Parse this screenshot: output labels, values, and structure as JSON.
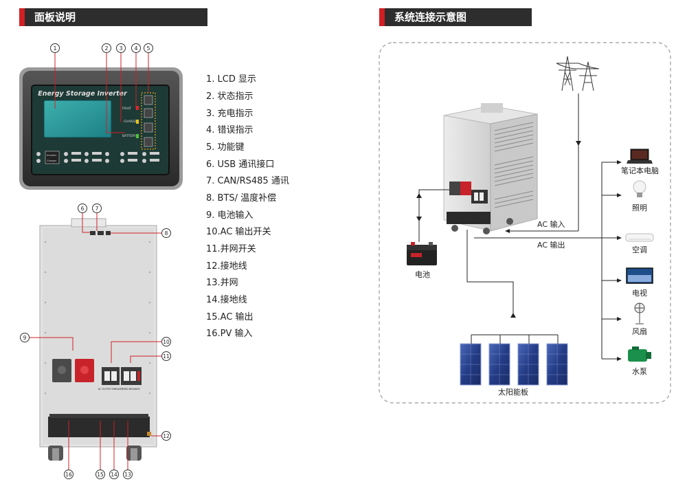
{
  "left_section": {
    "title": "面板说明"
  },
  "right_section": {
    "title": "系统连接示意图"
  },
  "panel": {
    "brand": "Energy Storage Inverter",
    "fault": "FAULT",
    "charge": "CHARGE",
    "battery": "BATTERY",
    "inverter_btn": "Inverter",
    "charger_btn": "Charger"
  },
  "rear": {
    "ac_output_breaker": "AC OUTPUT BREAKER",
    "grid_breaker": "GRID BREAKER"
  },
  "callouts": {
    "c1": "1",
    "c2": "2",
    "c3": "3",
    "c4": "4",
    "c5": "5",
    "c6": "6",
    "c7": "7",
    "c8": "8",
    "c9": "9",
    "c10": "10",
    "c11": "11",
    "c12": "12",
    "c13": "13",
    "c14": "14",
    "c15": "15",
    "c16": "16"
  },
  "legend": [
    "1.  LCD 显示",
    "2.  状态指示",
    "3.  充电指示",
    "4.  错误指示",
    "5.  功能键",
    "6.  USB 通讯接口",
    "7.  CAN/RS485 通讯",
    "8.  BTS/ 温度补偿",
    "9.  电池输入",
    "10.AC 输出开关",
    "11.并网开关",
    "12.接地线",
    "13.并网",
    "14.接地线",
    "15.AC 输出",
    "16.PV 输入"
  ],
  "diagram": {
    "ac_input": "AC 输入",
    "ac_output": "AC 输出",
    "battery": "电池",
    "solar_panel": "太阳能板",
    "loads": [
      "笔记本电脑",
      "照明",
      "空调",
      "电视",
      "风扇",
      "水泵"
    ]
  },
  "colors": {
    "accent": "#d21f24",
    "header_bg": "#2d2d2d",
    "panel_green": "#2fa0a0",
    "solar_blue": "#2a3f8f"
  }
}
